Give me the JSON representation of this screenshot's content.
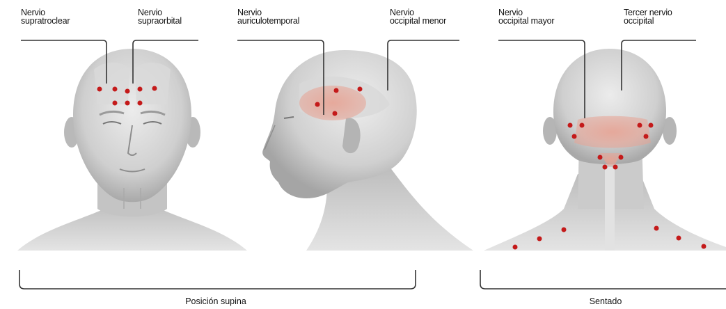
{
  "labels": {
    "supratroclear": [
      "Nervio",
      "supratroclear"
    ],
    "supraorbital": [
      "Nervio",
      "supraorbital"
    ],
    "auriculotemporal": [
      "Nervio",
      "auriculotemporal"
    ],
    "occipital_menor": [
      "Nervio",
      "occipital menor"
    ],
    "occipital_mayor": [
      "Nervio",
      "occipital mayor"
    ],
    "tercer_occipital": [
      "Tercer nervio",
      "occipital"
    ]
  },
  "groups": {
    "supine": "Posición supina",
    "seated": "Sentado"
  },
  "colors": {
    "injection_point": "#c41a1a",
    "target_zone": "#e8a99a",
    "head": "#c9c9c9",
    "line": "#333333"
  }
}
